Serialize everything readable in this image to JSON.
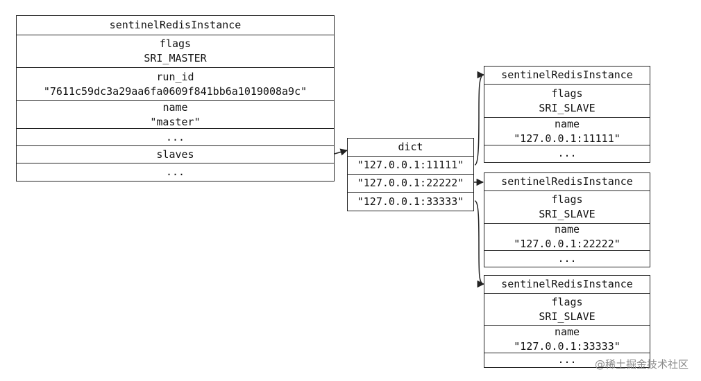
{
  "master": {
    "title": "sentinelRedisInstance",
    "flags_label": "flags",
    "flags_value": "SRI_MASTER",
    "run_id_label": "run_id",
    "run_id_value": "\"7611c59dc3a29aa6fa0609f841bb6a1019008a9c\"",
    "name_label": "name",
    "name_value": "\"master\"",
    "ellipsis_1": "...",
    "slaves_label": "slaves",
    "ellipsis_2": "..."
  },
  "dict": {
    "title": "dict",
    "keys": [
      "\"127.0.0.1:11111\"",
      "\"127.0.0.1:22222\"",
      "\"127.0.0.1:33333\""
    ]
  },
  "slaves": [
    {
      "title": "sentinelRedisInstance",
      "flags_label": "flags",
      "flags_value": "SRI_SLAVE",
      "name_label": "name",
      "name_value": "\"127.0.0.1:11111\"",
      "ellipsis": "..."
    },
    {
      "title": "sentinelRedisInstance",
      "flags_label": "flags",
      "flags_value": "SRI_SLAVE",
      "name_label": "name",
      "name_value": "\"127.0.0.1:22222\"",
      "ellipsis": "..."
    },
    {
      "title": "sentinelRedisInstance",
      "flags_label": "flags",
      "flags_value": "SRI_SLAVE",
      "name_label": "name",
      "name_value": "\"127.0.0.1:33333\"",
      "ellipsis": "..."
    }
  ],
  "watermark": "@稀土掘金技术社区"
}
